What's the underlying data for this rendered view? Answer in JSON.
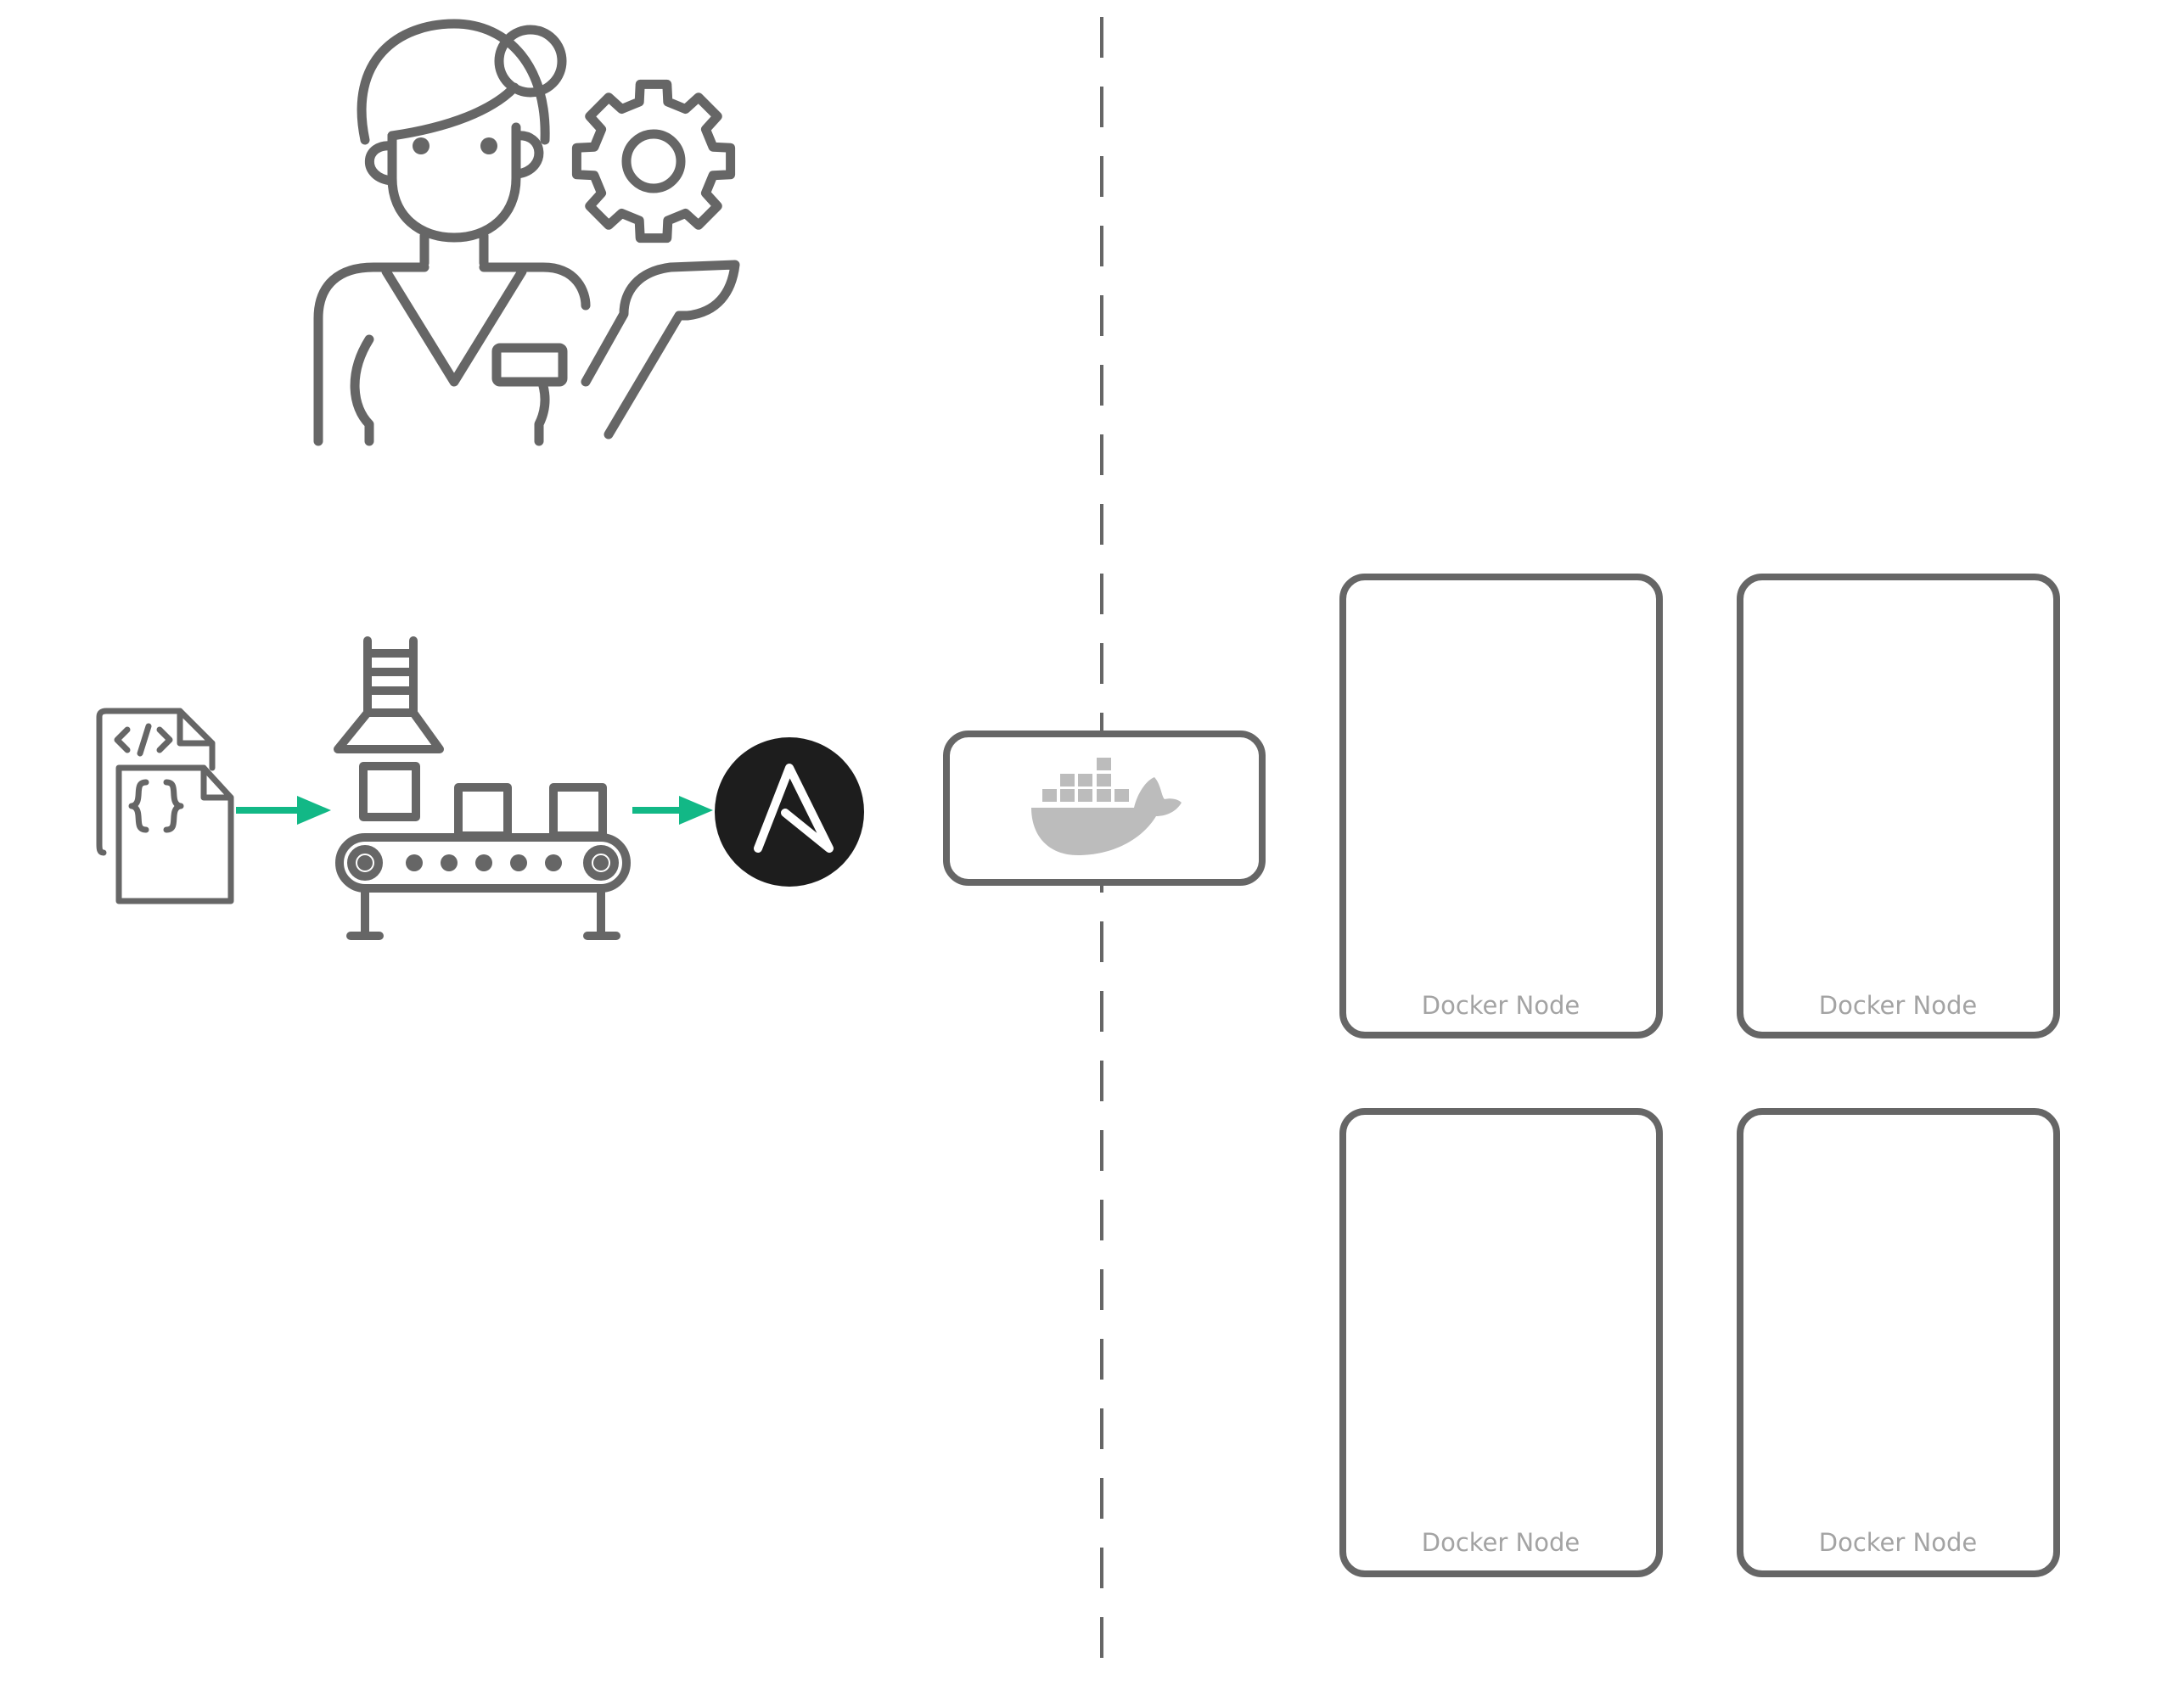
{
  "diagram": {
    "nodes": [
      {
        "label": "Docker Node"
      },
      {
        "label": "Docker Node"
      },
      {
        "label": "Docker Node"
      },
      {
        "label": "Docker Node"
      }
    ],
    "icons": {
      "engineer": "engineer-with-gear-icon",
      "code_files": "code-files-icon",
      "factory": "conveyor-factory-icon",
      "ansible": "ansible-logo",
      "docker": "docker-whale-icon"
    },
    "colors": {
      "stroke": "#666666",
      "arrow": "#12b886",
      "ansible_bg": "#1d1d1d",
      "docker_gray": "#bcbcbc",
      "label": "#a3a3a3"
    }
  }
}
